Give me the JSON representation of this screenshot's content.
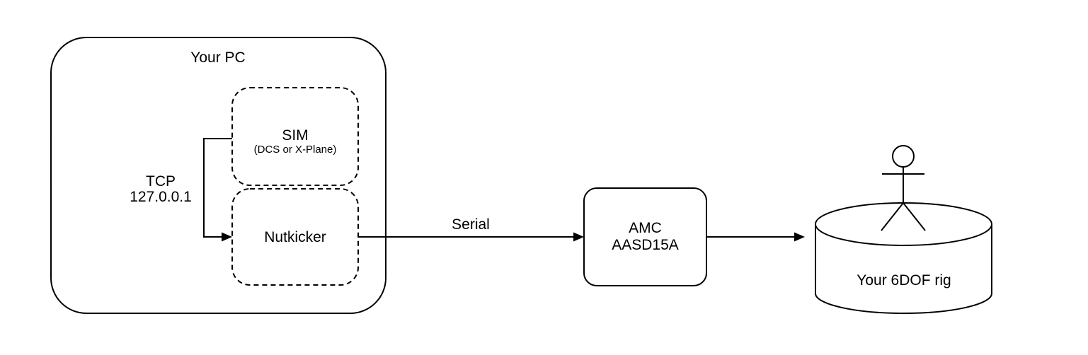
{
  "diagram": {
    "background_color": "#ffffff",
    "stroke_color": "#000000",
    "nodes": {
      "pc": {
        "label": "Your PC"
      },
      "sim": {
        "label": "SIM",
        "sublabel": "(DCS or X-Plane)"
      },
      "nutkicker": {
        "label": "Nutkicker"
      },
      "amc": {
        "line1": "AMC",
        "line2": "AASD15A"
      },
      "rig": {
        "label": "Your 6DOF rig"
      }
    },
    "connections": {
      "tcp": {
        "line1": "TCP",
        "line2": "127.0.0.1",
        "from": "SIM",
        "to": "Nutkicker"
      },
      "serial": {
        "label": "Serial",
        "from": "Nutkicker",
        "to": "AMC AASD15A"
      },
      "amc_to_rig": {
        "from": "AMC AASD15A",
        "to": "Your 6DOF rig"
      }
    }
  }
}
